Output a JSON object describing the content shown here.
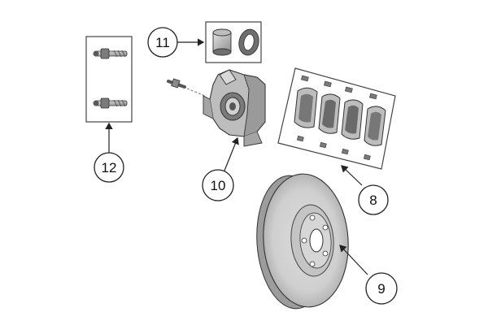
{
  "diagram": {
    "callouts": [
      {
        "id": "callout-8",
        "label": "8"
      },
      {
        "id": "callout-9",
        "label": "9"
      },
      {
        "id": "callout-10",
        "label": "10"
      },
      {
        "id": "callout-11",
        "label": "11"
      },
      {
        "id": "callout-12",
        "label": "12"
      }
    ],
    "colors": {
      "ink": "#333333",
      "part_fill": "#c9c9c9",
      "part_dark": "#8a8a8a",
      "rotor_fill": "#d2d2d2",
      "box_stroke": "#444444"
    }
  }
}
